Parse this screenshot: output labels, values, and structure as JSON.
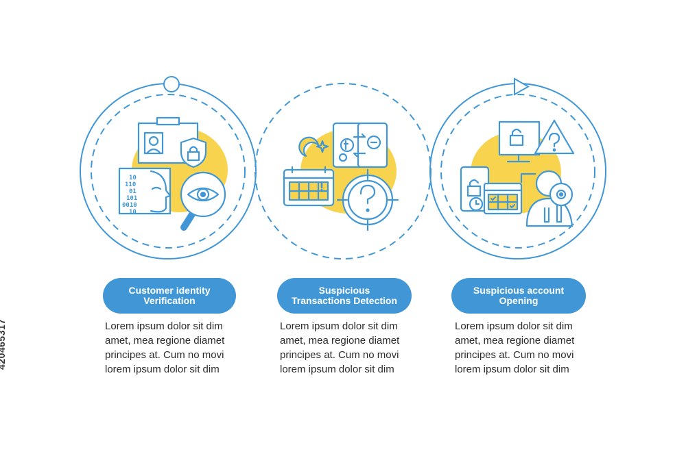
{
  "steps": [
    {
      "title": "Customer identity Verification",
      "description": "Lorem ipsum dolor sit dim amet, mea regione diamet principes at. Cum no movi lorem ipsum dolor sit dim",
      "icon": "id-verification-icon"
    },
    {
      "title": "Suspicious Transactions Detection",
      "description": "Lorem ipsum dolor sit dim amet, mea regione diamet principes at. Cum no movi lorem ipsum dolor sit dim",
      "icon": "transaction-detection-icon"
    },
    {
      "title": "Suspicious account Opening",
      "description": "Lorem ipsum dolor sit dim amet, mea regione diamet principes at. Cum no movi lorem ipsum dolor sit dim",
      "icon": "account-opening-icon"
    }
  ],
  "binary_text": [
    "10",
    "110",
    "01",
    "101",
    "0010",
    "10"
  ],
  "stock_id": "420465317",
  "colors": {
    "accent": "#4197d6",
    "highlight": "#f8d34e",
    "text": "#2b2b2b"
  }
}
